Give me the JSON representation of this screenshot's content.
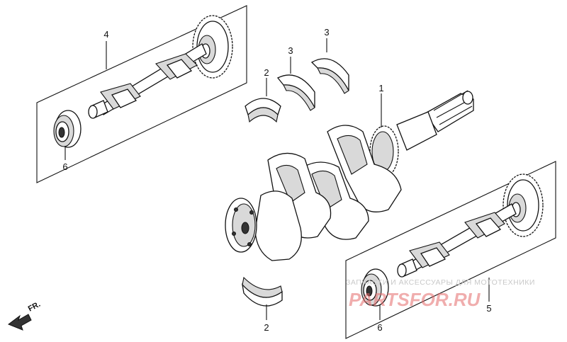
{
  "callouts": {
    "c1": "1",
    "c2_top": "2",
    "c2_bottom": "2",
    "c3_left": "3",
    "c3_right": "3",
    "c4": "4",
    "c5": "5",
    "c6_left": "6",
    "c6_right": "6"
  },
  "direction": {
    "label": "FR."
  },
  "watermark": {
    "caption": "ЗАПЧАСТИ И АКСЕССУАРЫ ДЛЯ МОТОТЕХНИКИ",
    "brand": "PARTSFOR.RU"
  }
}
